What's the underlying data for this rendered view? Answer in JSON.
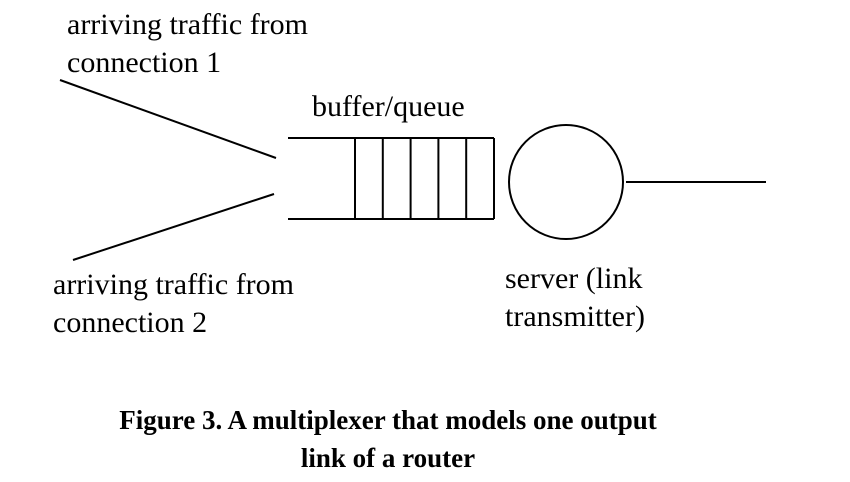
{
  "labels": {
    "connection1": [
      "arriving traffic from",
      "connection 1"
    ],
    "buffer": "buffer/queue",
    "connection2": [
      "arriving traffic from",
      "connection 2"
    ],
    "server": [
      "server (link",
      "transmitter)"
    ]
  },
  "caption": {
    "line1": "Figure 3.  A multiplexer that models one output",
    "line2": "link of a router"
  },
  "queue": {
    "slots": 6
  },
  "colors": {
    "stroke": "#000000",
    "background": "#ffffff"
  }
}
